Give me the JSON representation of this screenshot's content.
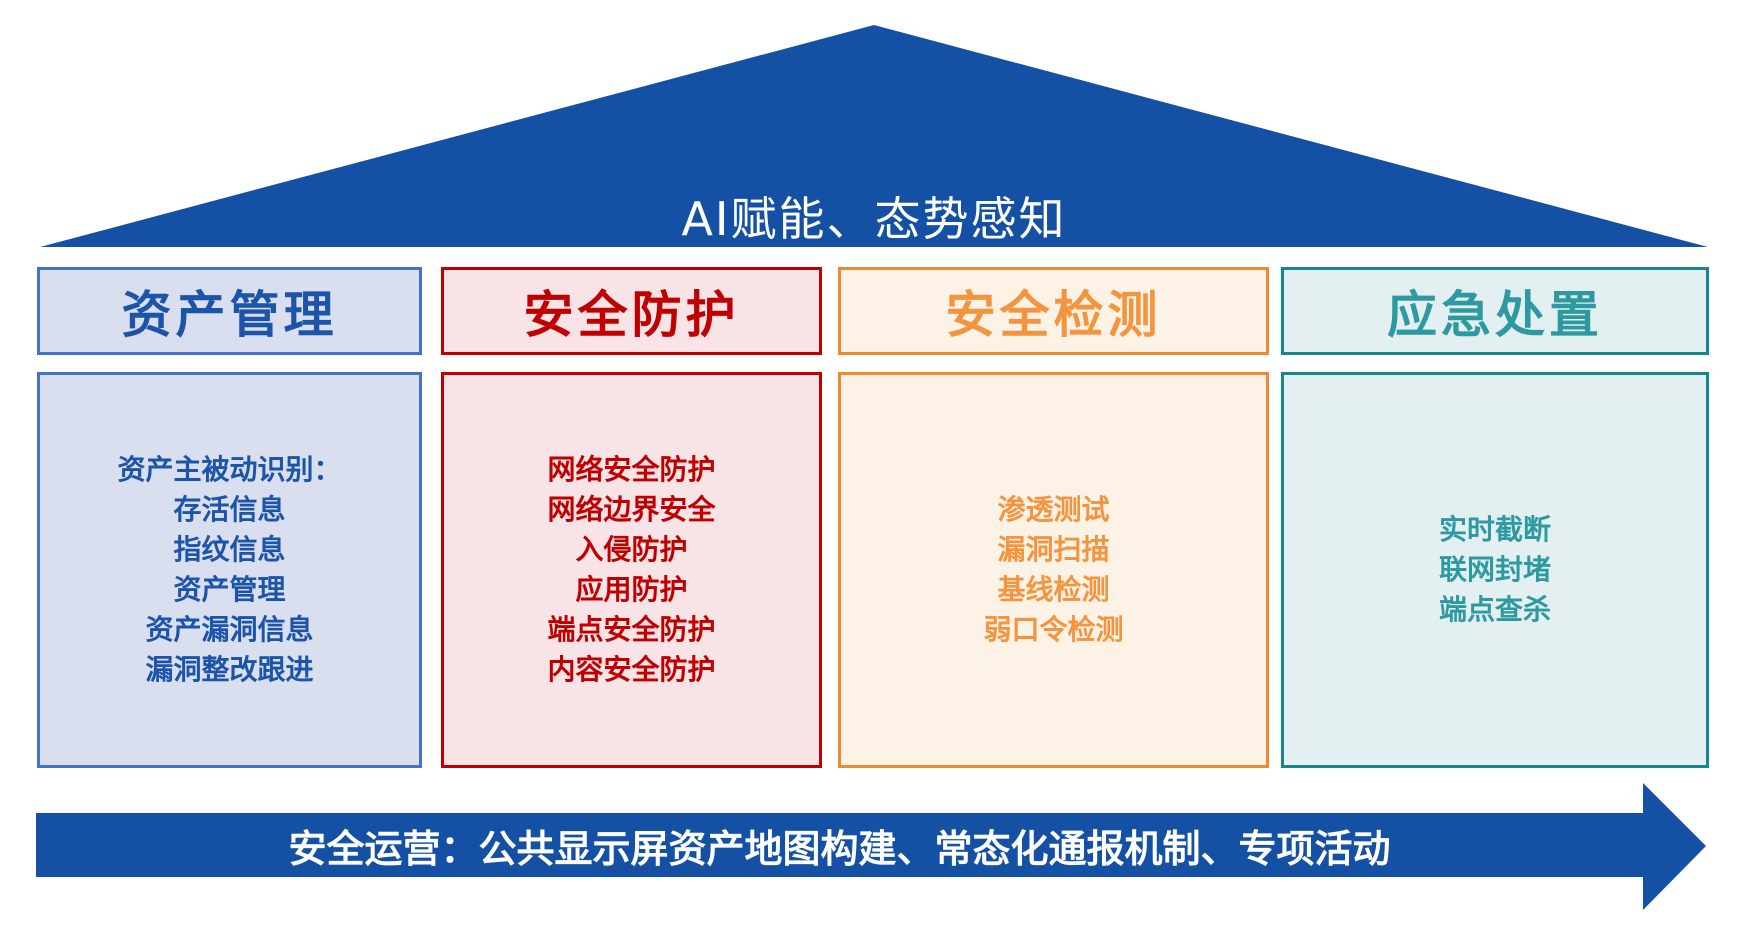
{
  "roof": {
    "title": "AI赋能、态势感知"
  },
  "columns": [
    {
      "id": "asset-management",
      "header": "资产管理",
      "items": [
        "资产主被动识别：",
        "存活信息",
        "指纹信息",
        "资产管理",
        "资产漏洞信息",
        "漏洞整改跟进"
      ],
      "colors": {
        "accent": "#4472C4",
        "text": "#1B54A8",
        "bg": "#D9DFEE"
      }
    },
    {
      "id": "security-protection",
      "header": "安全防护",
      "items": [
        "网络安全防护",
        "网络边界安全",
        "入侵防护",
        "应用防护",
        "端点安全防护",
        "内容安全防护"
      ],
      "colors": {
        "accent": "#C00000",
        "text": "#C00000",
        "bg": "#F8E4E6"
      }
    },
    {
      "id": "security-detection",
      "header": "安全检测",
      "items": [
        "渗透测试",
        "漏洞扫描",
        "基线检测",
        "弱口令检测"
      ],
      "colors": {
        "accent": "#EC8A33",
        "text": "#F3953F",
        "bg": "#FDF2E6"
      }
    },
    {
      "id": "emergency-response",
      "header": "应急处置",
      "items": [
        "实时截断",
        "联网封堵",
        "端点查杀"
      ],
      "colors": {
        "accent": "#18868C",
        "text": "#2C9AA0",
        "bg": "#E3EFF1"
      }
    }
  ],
  "footer": {
    "label": "安全运营：公共显示屏资产地图构建、常态化通报机制、专项活动"
  },
  "theme": {
    "primary_blue": "#1450A4",
    "background": "#FFFFFF",
    "roof_text_color": "#FFFFFF",
    "footer_text_color": "#FFFFFF"
  }
}
